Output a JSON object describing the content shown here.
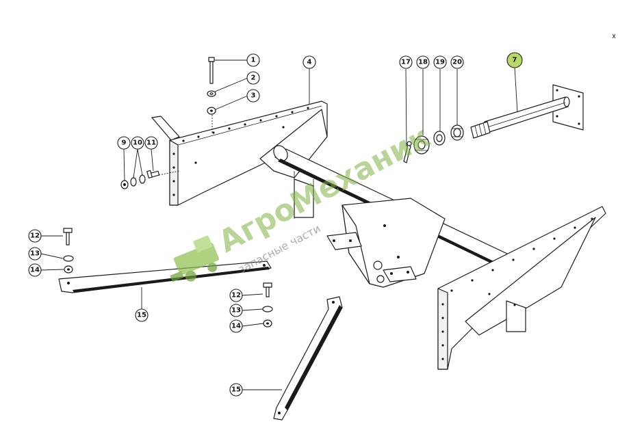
{
  "watermark": {
    "brand": "АгроМеханик",
    "tagline": "запасные части",
    "color": "#7fb241"
  },
  "callouts": {
    "c1": "1",
    "c2": "2",
    "c3": "3",
    "c4": "4",
    "c7": "7",
    "c9": "9",
    "c10": "10",
    "c11": "11",
    "c12a": "12",
    "c13a": "13",
    "c14a": "14",
    "c15a": "15",
    "c12b": "12",
    "c13b": "13",
    "c14b": "14",
    "c15b": "15",
    "c17": "17",
    "c18": "18",
    "c19": "19",
    "c20": "20"
  },
  "highlight": {
    "part": "7",
    "color": "#b7d96a"
  }
}
